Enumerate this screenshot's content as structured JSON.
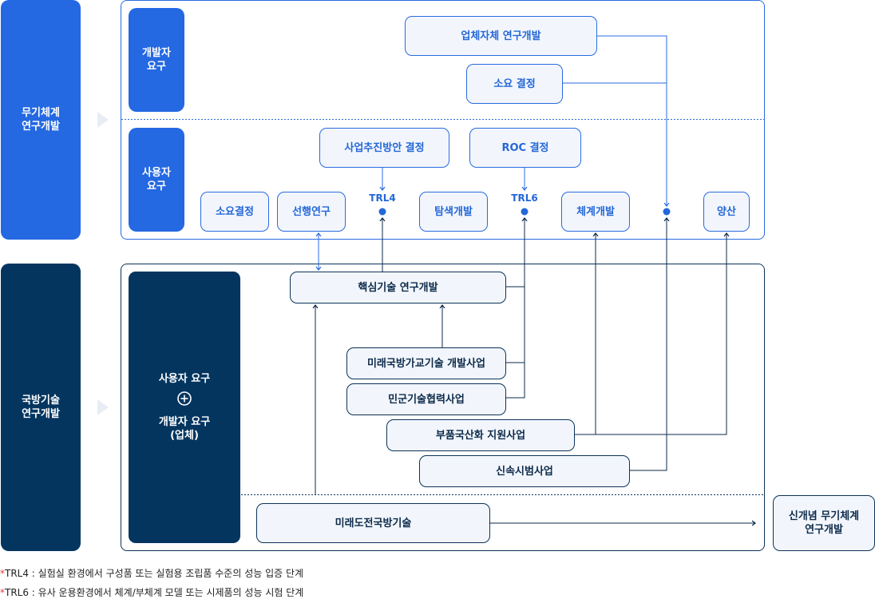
{
  "weapon_rd": {
    "label": "무기체계\n연구개발",
    "developer_req": "개발자\n요구",
    "user_req": "사용자\n요구",
    "boxes": {
      "company_rd": "업체자체 연구개발",
      "requirement_decision_top": "소요 결정",
      "project_plan": "사업추진방안 결정",
      "roc": "ROC 결정",
      "requirement_decision": "소요결정",
      "preceding_research": "선행연구",
      "exploratory_dev": "탐색개발",
      "system_dev": "체계개발",
      "mass_production": "양산"
    },
    "trl4": "TRL4",
    "trl6": "TRL6"
  },
  "defense_tech_rd": {
    "label": "국방기술\n연구개발",
    "req_combined_top": "사용자 요구",
    "req_combined_bottom": "개발자 요구\n(업체)",
    "boxes": {
      "core_tech": "핵심기술 연구개발",
      "future_bridge": "미래국방가교기술 개발사업",
      "civil_military": "민군기술협력사업",
      "parts_localization": "부품국산화 지원사업",
      "rapid_pilot": "신속시범사업",
      "future_challenge": "미래도전국방기술"
    }
  },
  "new_concept": "신개념 무기체계\n연구개발",
  "notes": [
    {
      "star": "*",
      "text": "TRL4 : 실험실 환경에서 구성품 또는 실험용 조립품 수준의 성능 입증 단계"
    },
    {
      "star": "*",
      "text": "TRL6 : 유사 운용환경에서 체계/부체계 모델 또는 시제품의 성능 시험 단계"
    }
  ],
  "colors": {
    "blue": "#2468e2",
    "navy": "#03355f"
  }
}
